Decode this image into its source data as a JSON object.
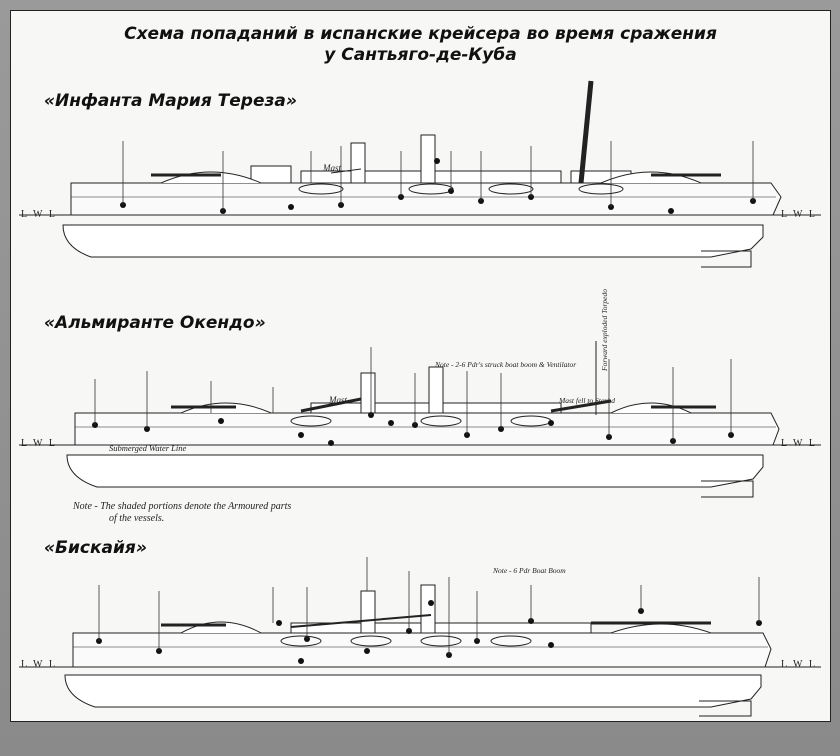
{
  "diagram": {
    "title_line1": "Схема попаданий в испанские крейсера во время сражения",
    "title_line2": "у Сантьяго-де-Куба",
    "ships": [
      {
        "name": "«Инфанта Мария Тереза»",
        "lwl_left": "L W L",
        "lwl_right": "L W L",
        "mast_label": "Mast"
      },
      {
        "name": "«Альмиранте Окендо»",
        "lwl_left": "L W L",
        "lwl_right": "L W L",
        "mast_label": "Mast",
        "waterline_label": "Submerged Water Line",
        "top_note": "Note - 2-6 Pdr's struck boat boom & Ventilator",
        "mast_fall_note": "Mast fell to Starbd",
        "vertical_note": "Forward exploded Torpedo"
      },
      {
        "name": "«Бискайя»",
        "lwl_left": "L W L",
        "lwl_right": "L W L",
        "top_note": "Note - 6 Pdr Boat Boom"
      }
    ],
    "armour_note_line1": "Note - The shaded portions denote the Armoured parts",
    "armour_note_line2": "of the vessels."
  }
}
